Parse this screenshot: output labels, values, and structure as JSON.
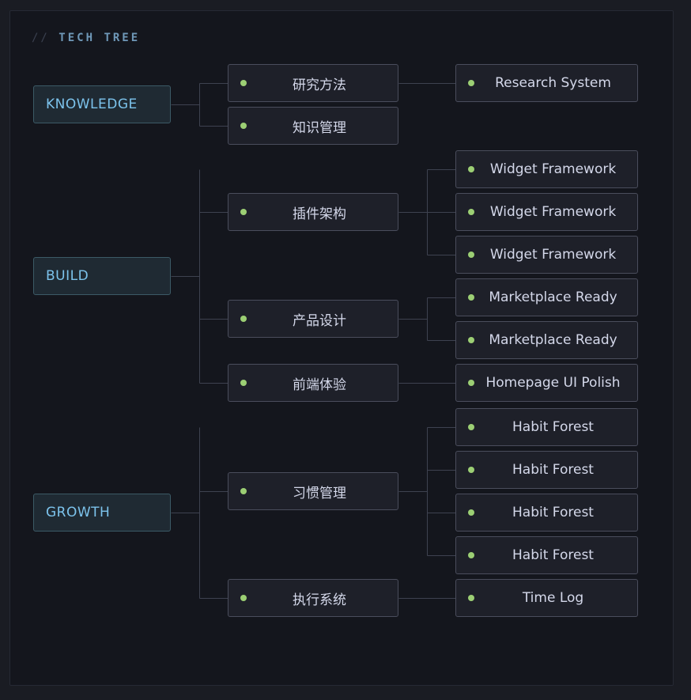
{
  "title": {
    "prefix": "//",
    "text": "TECH TREE"
  },
  "categories": [
    {
      "label": "KNOWLEDGE",
      "children": [
        {
          "label": "研究方法",
          "children": [
            {
              "label": "Research System"
            }
          ]
        },
        {
          "label": "知识管理",
          "children": []
        }
      ]
    },
    {
      "label": "BUILD",
      "children": [
        {
          "label": "插件架构",
          "children": [
            {
              "label": "Widget Framework"
            },
            {
              "label": "Widget Framework"
            },
            {
              "label": "Widget Framework"
            }
          ]
        },
        {
          "label": "产品设计",
          "children": [
            {
              "label": "Marketplace Ready"
            },
            {
              "label": "Marketplace Ready"
            }
          ]
        },
        {
          "label": "前端体验",
          "children": [
            {
              "label": "Homepage UI Polish"
            }
          ]
        }
      ]
    },
    {
      "label": "GROWTH",
      "children": [
        {
          "label": "习惯管理",
          "children": [
            {
              "label": "Habit Forest"
            },
            {
              "label": "Habit Forest"
            },
            {
              "label": "Habit Forest"
            },
            {
              "label": "Habit Forest"
            }
          ]
        },
        {
          "label": "执行系统",
          "children": [
            {
              "label": "Time Log"
            }
          ]
        }
      ]
    }
  ]
}
